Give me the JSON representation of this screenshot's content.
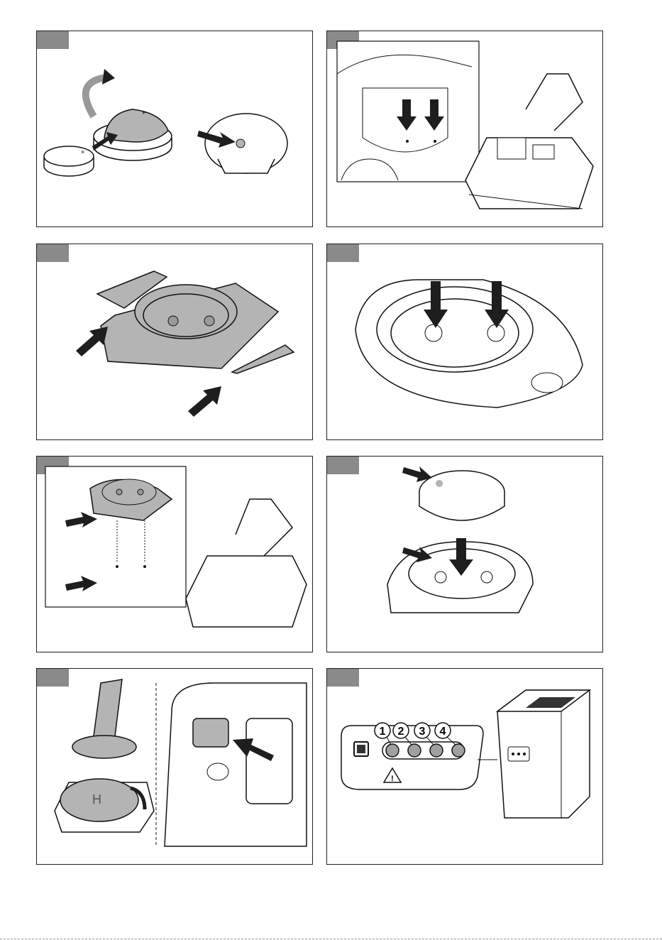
{
  "figures": [
    {
      "id": "fig-1",
      "depicts": "battery-and-cap-illustration"
    },
    {
      "id": "fig-2",
      "depicts": "charger-base-install-illustration"
    },
    {
      "id": "fig-3",
      "depicts": "adapter-plate-assembly-illustration"
    },
    {
      "id": "fig-4",
      "depicts": "adapter-plate-pins-illustration"
    },
    {
      "id": "fig-5",
      "depicts": "adapter-on-charger-illustration"
    },
    {
      "id": "fig-6",
      "depicts": "cap-onto-adapter-illustration"
    },
    {
      "id": "fig-7",
      "depicts": "key-tool-and-machine-slot-illustration"
    },
    {
      "id": "fig-8",
      "depicts": "battery-led-indicator-illustration"
    }
  ],
  "led_panel": {
    "numbers": [
      "1",
      "2",
      "3",
      "4"
    ],
    "warning_symbol": "!"
  },
  "colors": {
    "tag": "#8a8a8a",
    "part_gray": "#b4b4b4",
    "arrow": "#1e1e1e",
    "led_fill": "#a0a0a0"
  }
}
